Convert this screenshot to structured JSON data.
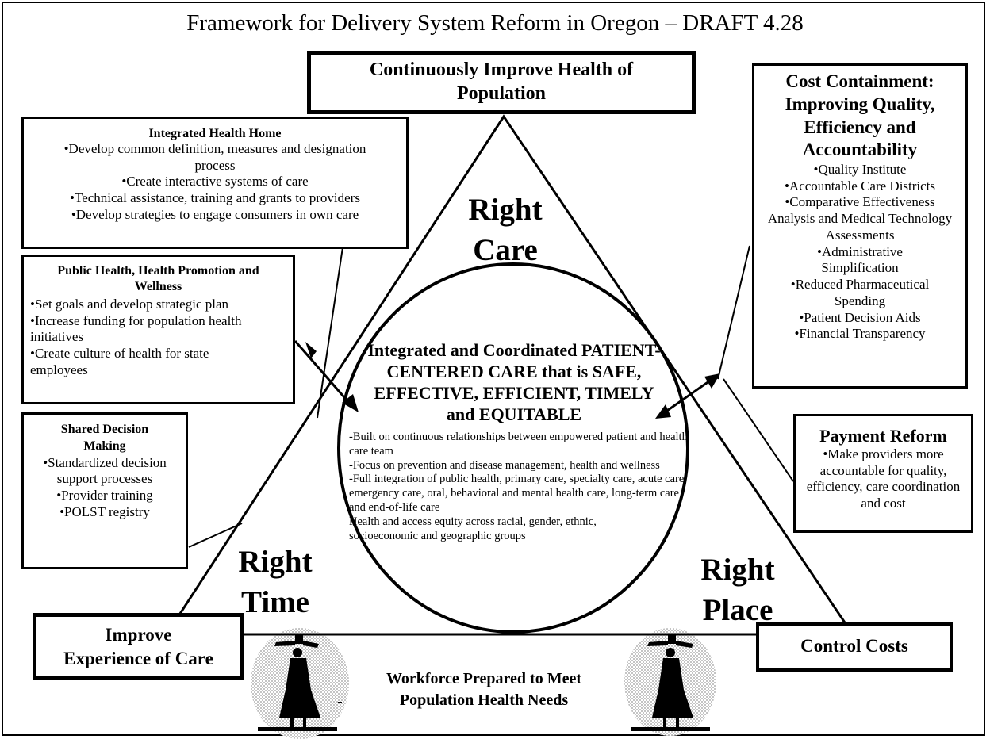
{
  "title": "Framework for Delivery System Reform in Oregon – DRAFT 4.28",
  "goals": {
    "top": "Continuously Improve Health of Population",
    "left": "Improve Experience of Care",
    "right": "Control Costs"
  },
  "triangle_labels": {
    "care": "Right Care",
    "time": "Right Time",
    "place": "Right Place"
  },
  "center": {
    "heading": "Integrated and Coordinated PATIENT-CENTERED CARE that is SAFE, EFFECTIVE, EFFICIENT, TIMELY and EQUITABLE",
    "bullets": [
      "-Built on continuous relationships between empowered patient and health care team",
      "-Focus on prevention and disease management, health and wellness",
      "-Full integration of public health, primary care, specialty care, acute care, emergency care, oral, behavioral and mental health care, long-term care and end-of-life care",
      "Health and access equity across racial, gender, ethnic, socioeconomic and geographic groups"
    ]
  },
  "health_home": {
    "title": "Integrated Health Home",
    "items": [
      "•Develop common definition, measures and designation process",
      "•Create interactive systems of care",
      "•Technical assistance, training and grants to providers",
      "•Develop strategies to engage consumers in own care"
    ]
  },
  "public_health": {
    "title": "Public Health, Health Promotion and Wellness",
    "items": [
      "•Set goals and develop strategic plan",
      "•Increase funding for population health initiatives",
      "•Create culture of health for state employees"
    ]
  },
  "shared_decision": {
    "title": "Shared Decision Making",
    "items": [
      "•Standardized decision support processes",
      "•Provider training",
      "•POLST registry"
    ]
  },
  "cost_containment": {
    "title": "Cost Containment: Improving Quality, Efficiency and Accountability",
    "items": [
      "•Quality Institute",
      "•Accountable Care Districts",
      "•Comparative Effectiveness Analysis and Medical Technology Assessments",
      "•Administrative Simplification",
      "•Reduced Pharmaceutical Spending",
      "•Patient Decision Aids",
      "•Financial Transparency"
    ]
  },
  "payment_reform": {
    "title": "Payment Reform",
    "items": [
      "•Make providers more accountable for quality, efficiency, care coordination and cost"
    ]
  },
  "workforce": "Workforce Prepared to Meet Population Health Needs"
}
